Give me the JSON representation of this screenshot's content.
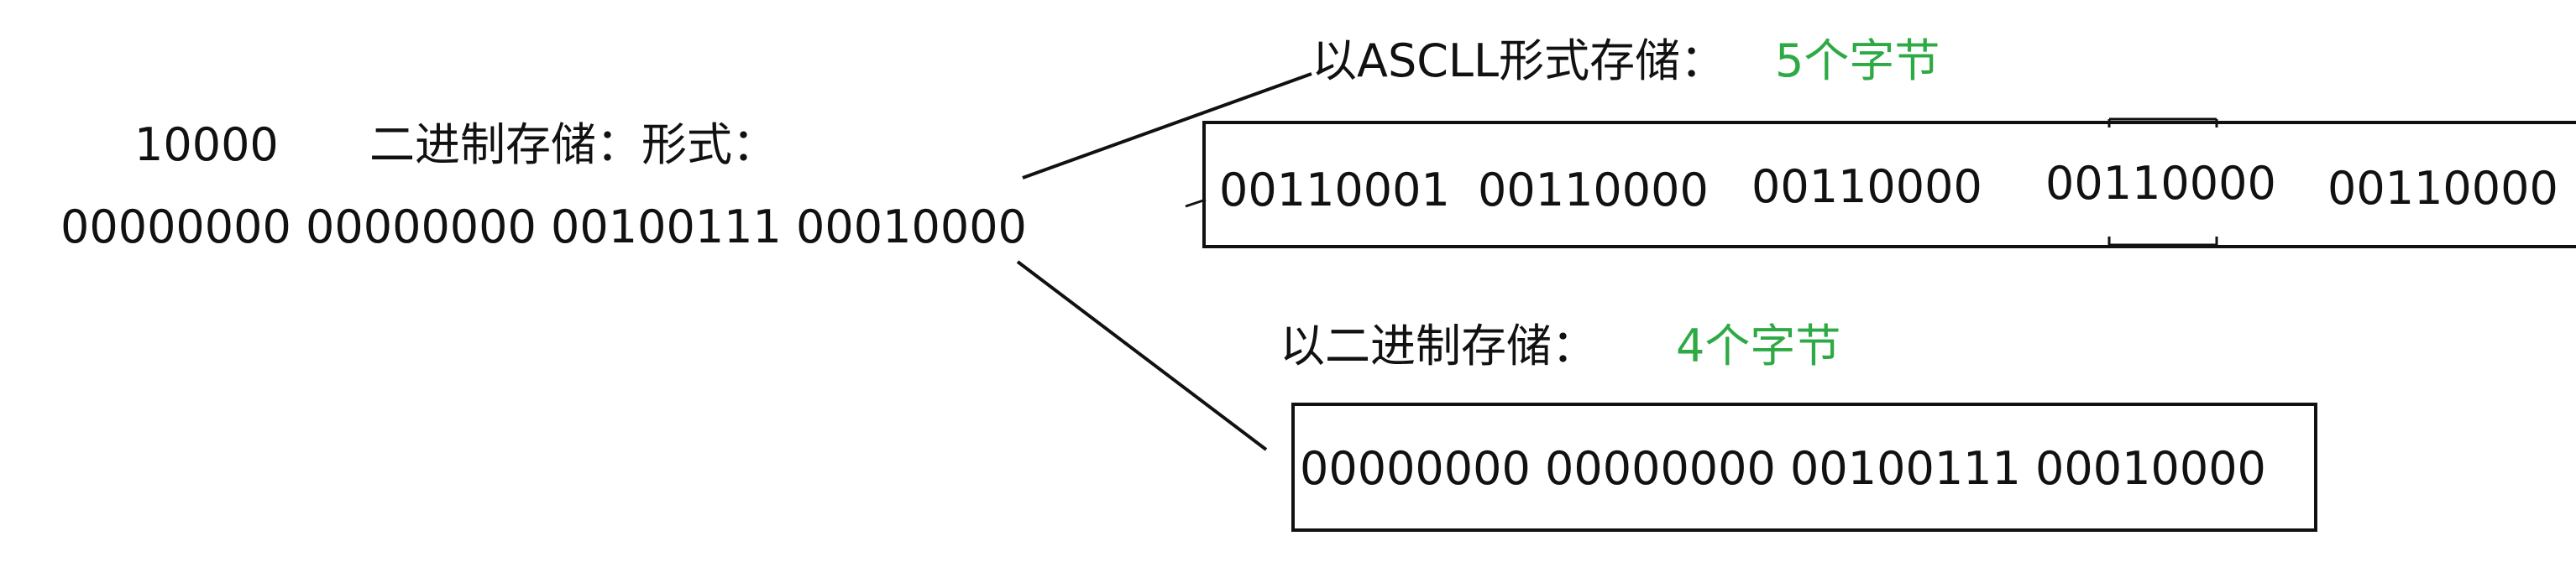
{
  "source": {
    "number": "10000",
    "label": "二进制存储：形式：",
    "binary": "00000000 00000000 00100111 00010000"
  },
  "ascii_storage": {
    "title": "以ASCLL形式存储：",
    "size": "5个字节",
    "bytes": [
      "00110001",
      "00110000",
      "00110000",
      "00110000",
      "00110000"
    ],
    "size_color": "#2eaa44"
  },
  "binary_storage": {
    "title": "以二进制存储：",
    "size": "4个字节",
    "value": "00000000 00000000 00100111 00010000",
    "size_color": "#2eaa44"
  }
}
